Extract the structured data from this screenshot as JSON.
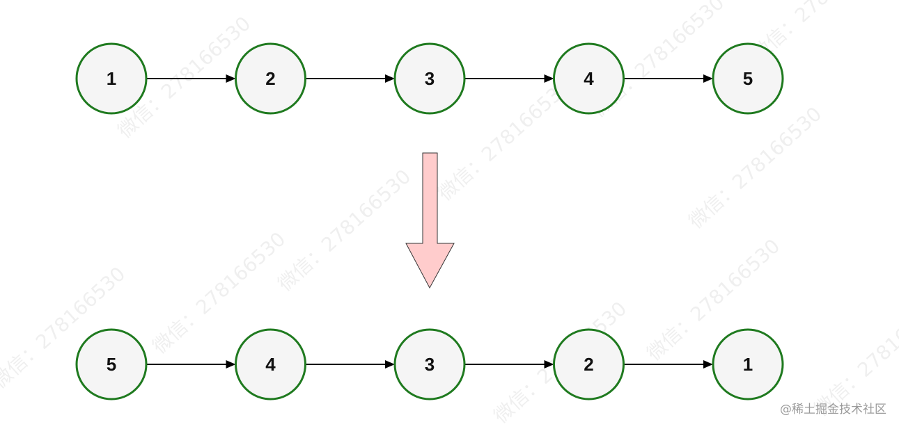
{
  "diagram": {
    "top_row": {
      "nodes": [
        "1",
        "2",
        "3",
        "4",
        "5"
      ]
    },
    "bottom_row": {
      "nodes": [
        "5",
        "4",
        "3",
        "2",
        "1"
      ]
    },
    "transition": {
      "arrow_direction": "down",
      "arrow_color": "#ffcccc"
    },
    "colors": {
      "node_stroke": "#1f7a1f",
      "node_fill": "#f5f5f5",
      "edge": "#000000"
    }
  },
  "watermark": {
    "text": "微信：278166530"
  },
  "credit": {
    "text": "@稀土掘金技术社区"
  }
}
